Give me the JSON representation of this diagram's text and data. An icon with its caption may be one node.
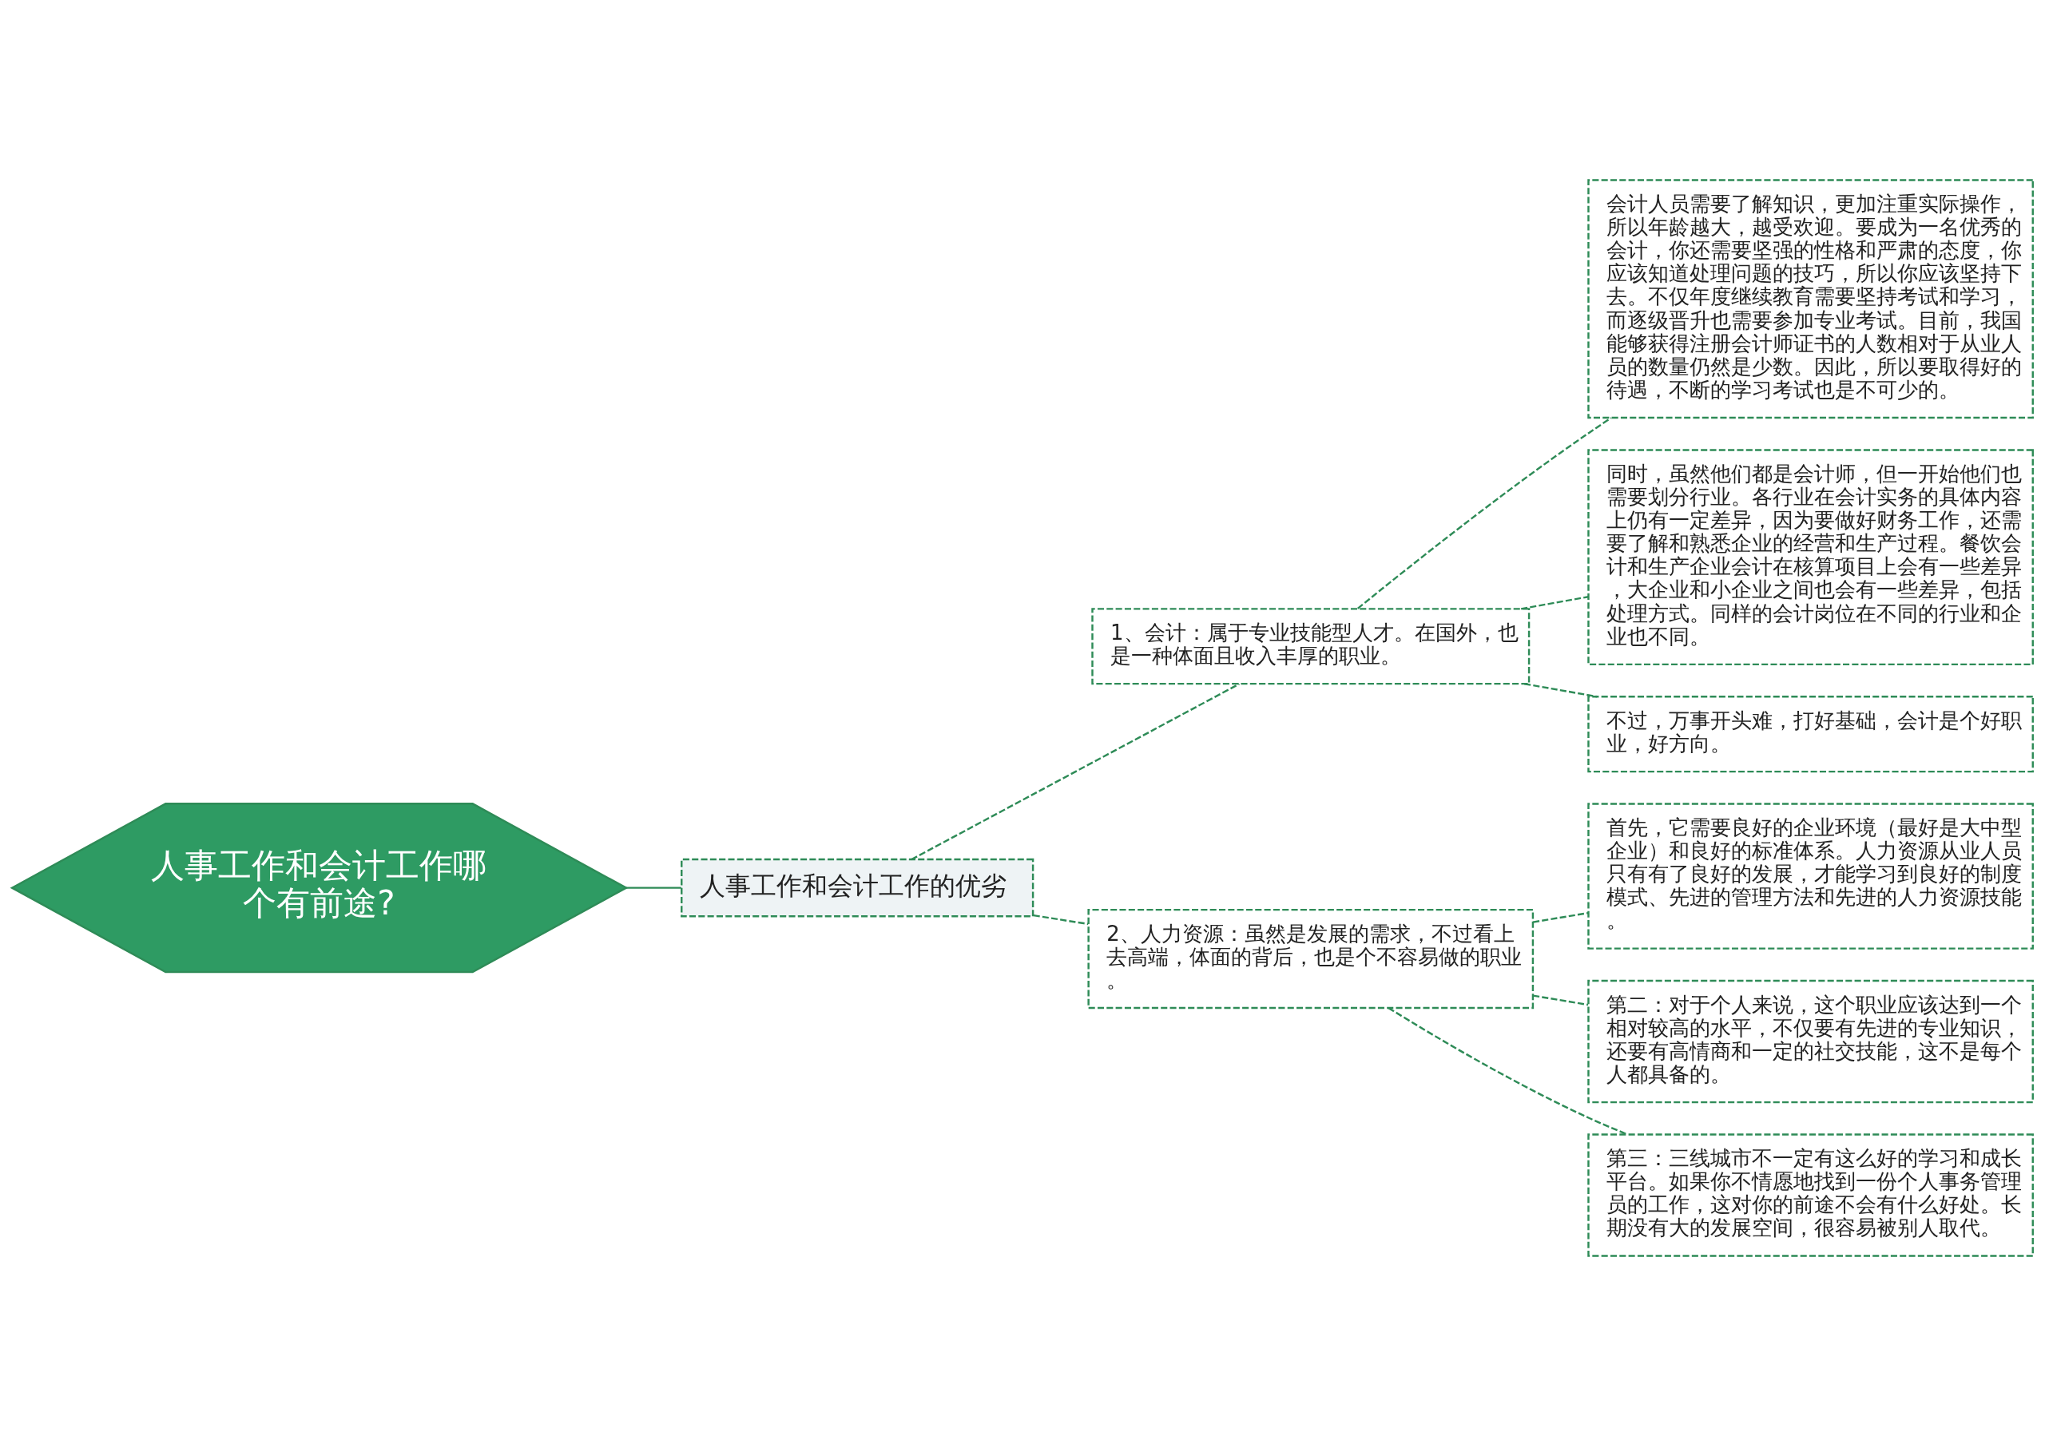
{
  "diagram": {
    "nodes": [
      {
        "text": [
          "人事工作和会计工作哪个有前途?"
        ]
      },
      {
        "text": [
          "人事工作和会计工作的优劣"
        ]
      },
      {
        "text": [
          "1、会计：属于专业技能型人才。在国外，也是一种体面且收入丰厚的职业。"
        ]
      },
      {
        "text": [
          "会计人员需要了解知识，更加注重实际操作，所以年龄越大，越受欢迎。要成为一名优秀的会计，你还需要坚强的性格和严肃的态度，你应该知道处理问题的技巧，所以你应该坚持下去。不仅年度继续教育需要坚持考试和学习，而逐级晋升也需要参加专业考试。目前，我国能够获得注册会计师证书的人数相对于从业人员的数量仍然是少数。因此，所以要取得好的待遇，不断的学习考试也是不可少的。"
        ]
      },
      {
        "text": [
          "同时，虽然他们都是会计师，但一开始他们也需要划分行业。各行业在会计实务的具体内容上仍有一定差异，因为要做好财务工作，还需要了解和熟悉企业的经营和生产过程。餐饮会计和生产企业会计在核算项目上会有一些差异，大企业和小企业之间也会有一些差异，包括处理方式。同样的会计岗位在不同的行业和企业也不同。"
        ]
      },
      {
        "text": [
          "不过，万事开头难，打好基础，会计是个好职业，好方向。"
        ]
      },
      {
        "text": [
          "2、人力资源：虽然是发展的需求，不过看上去高端，体面的背后，也是个不容易做的职业。"
        ]
      },
      {
        "text": [
          "首先，它需要良好的企业环境（最好是大中型企业）和良好的标准体系。人力资源从业人员只有有了良好的发展，才能学习到良好的制度模式、先进的管理方法和先进的人力资源技能。"
        ]
      },
      {
        "text": [
          "第二：对于个人来说，这个职业应该达到一个相对较高的水平，不仅要有先进的专业知识，还要有高情商和一定的社交技能，这不是每个人都具备的。"
        ]
      },
      {
        "text": [
          "第三：三线城市不一定有这么好的学习和成长平台。如果你不情愿地找到一份个人事务管理员的工作，这对你的前途不会有什么好处。长期没有大的发展空间，很容易被别人取代。"
        ]
      }
    ],
    "edges": [
      {
        "from": 0,
        "to": 1,
        "arrow": "none"
      },
      {
        "from": 1,
        "to": 2,
        "arrow": "none",
        "style": "dashed"
      },
      {
        "from": 1,
        "to": 6,
        "arrow": "none",
        "style": "dashed"
      },
      {
        "from": 2,
        "to": 3,
        "arrow": "none",
        "style": "dashed"
      },
      {
        "from": 2,
        "to": 4,
        "arrow": "none",
        "style": "dashed"
      },
      {
        "from": 2,
        "to": 5,
        "arrow": "none",
        "style": "dashed"
      },
      {
        "from": 6,
        "to": 7,
        "arrow": "none",
        "style": "dashed"
      },
      {
        "from": 6,
        "to": 8,
        "arrow": "none",
        "style": "dashed"
      },
      {
        "from": 6,
        "to": 9,
        "arrow": "none",
        "style": "dashed"
      }
    ]
  }
}
